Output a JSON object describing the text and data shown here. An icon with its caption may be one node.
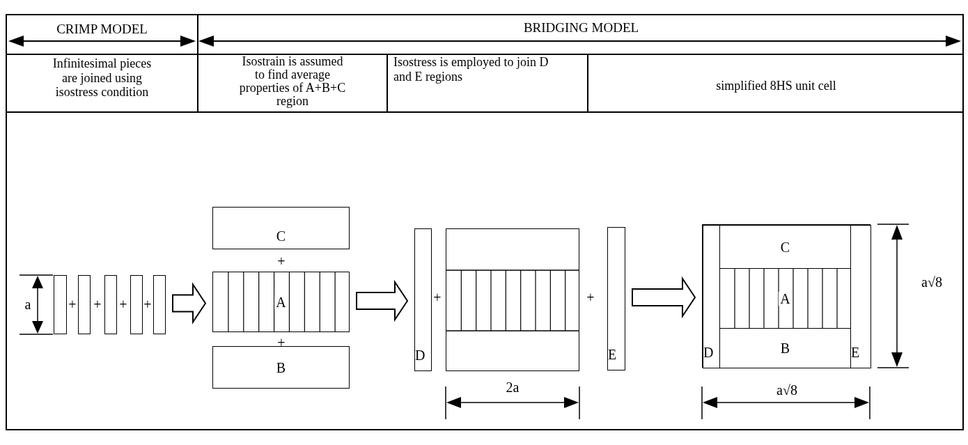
{
  "diagram": {
    "nodes": [
      {
        "text": [],
        "shape": "box"
      },
      {
        "text": [],
        "shape": "box"
      },
      {
        "text": [],
        "shape": "box"
      },
      {
        "text": [],
        "shape": "box"
      },
      {
        "text": [],
        "shape": "box"
      },
      {
        "text": [
          "C"
        ]
      },
      {
        "text": [
          "A"
        ]
      },
      {
        "text": [
          "B"
        ]
      },
      {
        "text": [
          "D"
        ]
      },
      {
        "text": [],
        "shape": "box"
      },
      {
        "text": [
          "E"
        ]
      },
      {
        "text": [],
        "shape": "box"
      },
      {
        "text": [
          "C"
        ],
        "in": 11
      },
      {
        "text": [
          "A"
        ],
        "in": 11
      },
      {
        "text": [
          "B"
        ],
        "in": 11
      },
      {
        "text": [
          "D"
        ],
        "in": 11
      },
      {
        "text": [
          "E"
        ],
        "in": 11
      }
    ],
    "edges": [
      {
        "from": 4,
        "to": 6,
        "arrow": "to"
      },
      {
        "from": 6,
        "to": 8,
        "arrow": "to"
      },
      {
        "from": 10,
        "to": 11,
        "arrow": "to"
      }
    ],
    "labels": [
      "CRIMP MODEL",
      "BRIDGING MODEL",
      "Infinitesimal pieces are joined using isostress condition",
      "Isostrain is assumed to find average properties of A+B+C region",
      "Isostress is employed to join D and E regions",
      "simplified 8HS unit cell",
      "a",
      "+",
      "+",
      "+",
      "+",
      "+",
      "+",
      "+",
      "+",
      "2a",
      "a√8",
      "a√8"
    ]
  }
}
